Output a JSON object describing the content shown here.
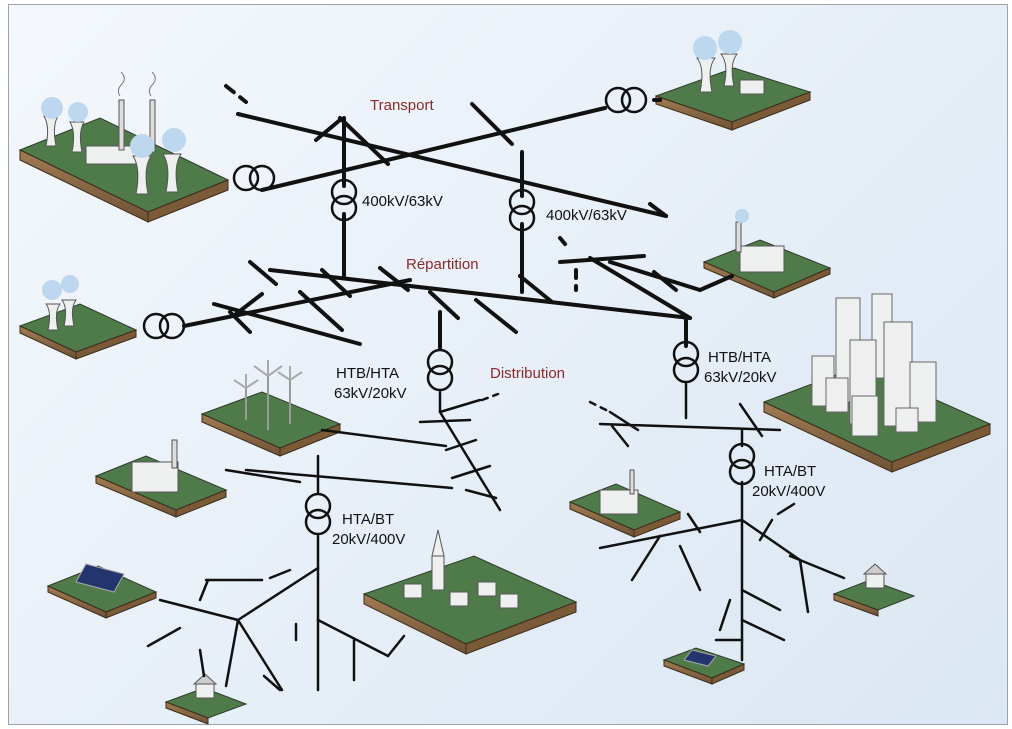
{
  "colors": {
    "line": "#111111",
    "section_label": "#8b2a2a",
    "grass_top": "#4f7b4a",
    "soil_side": "#8a6a45",
    "building": "#eef0ef",
    "steam": "#bcd7ee"
  },
  "sections": {
    "transport": "Transport",
    "repartition": "Répartition",
    "distribution": "Distribution"
  },
  "transformers": {
    "t400_left": "400kV/63kV",
    "t400_right": "400kV/63kV",
    "htb_left_l1": "HTB/HTA",
    "htb_left_l2": "63kV/20kV",
    "htb_right_l1": "HTB/HTA",
    "htb_right_l2": "63kV/20kV",
    "hta_left_l1": "HTA/BT",
    "hta_left_l2": "20kV/400V",
    "hta_right_l1": "HTA/BT",
    "hta_right_l2": "20kV/400V"
  },
  "icons": [
    "nuclear-plant-icon",
    "thermal-plant-icon",
    "power-station-icon",
    "factory-icon",
    "city-icon",
    "wind-farm-icon",
    "solar-panel-icon",
    "village-icon",
    "house-icon",
    "transformer-icon"
  ]
}
